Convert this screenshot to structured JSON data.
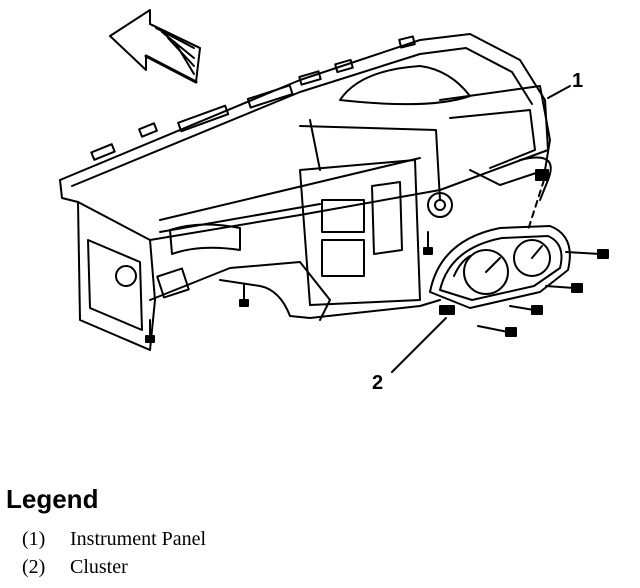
{
  "callouts": [
    {
      "number": "1"
    },
    {
      "number": "2"
    }
  ],
  "legend": {
    "title": "Legend",
    "items": [
      {
        "number": "(1)",
        "label": "Instrument Panel"
      },
      {
        "number": "(2)",
        "label": "Cluster"
      }
    ]
  },
  "colors": {
    "ink": "#000000",
    "paper": "#ffffff"
  }
}
